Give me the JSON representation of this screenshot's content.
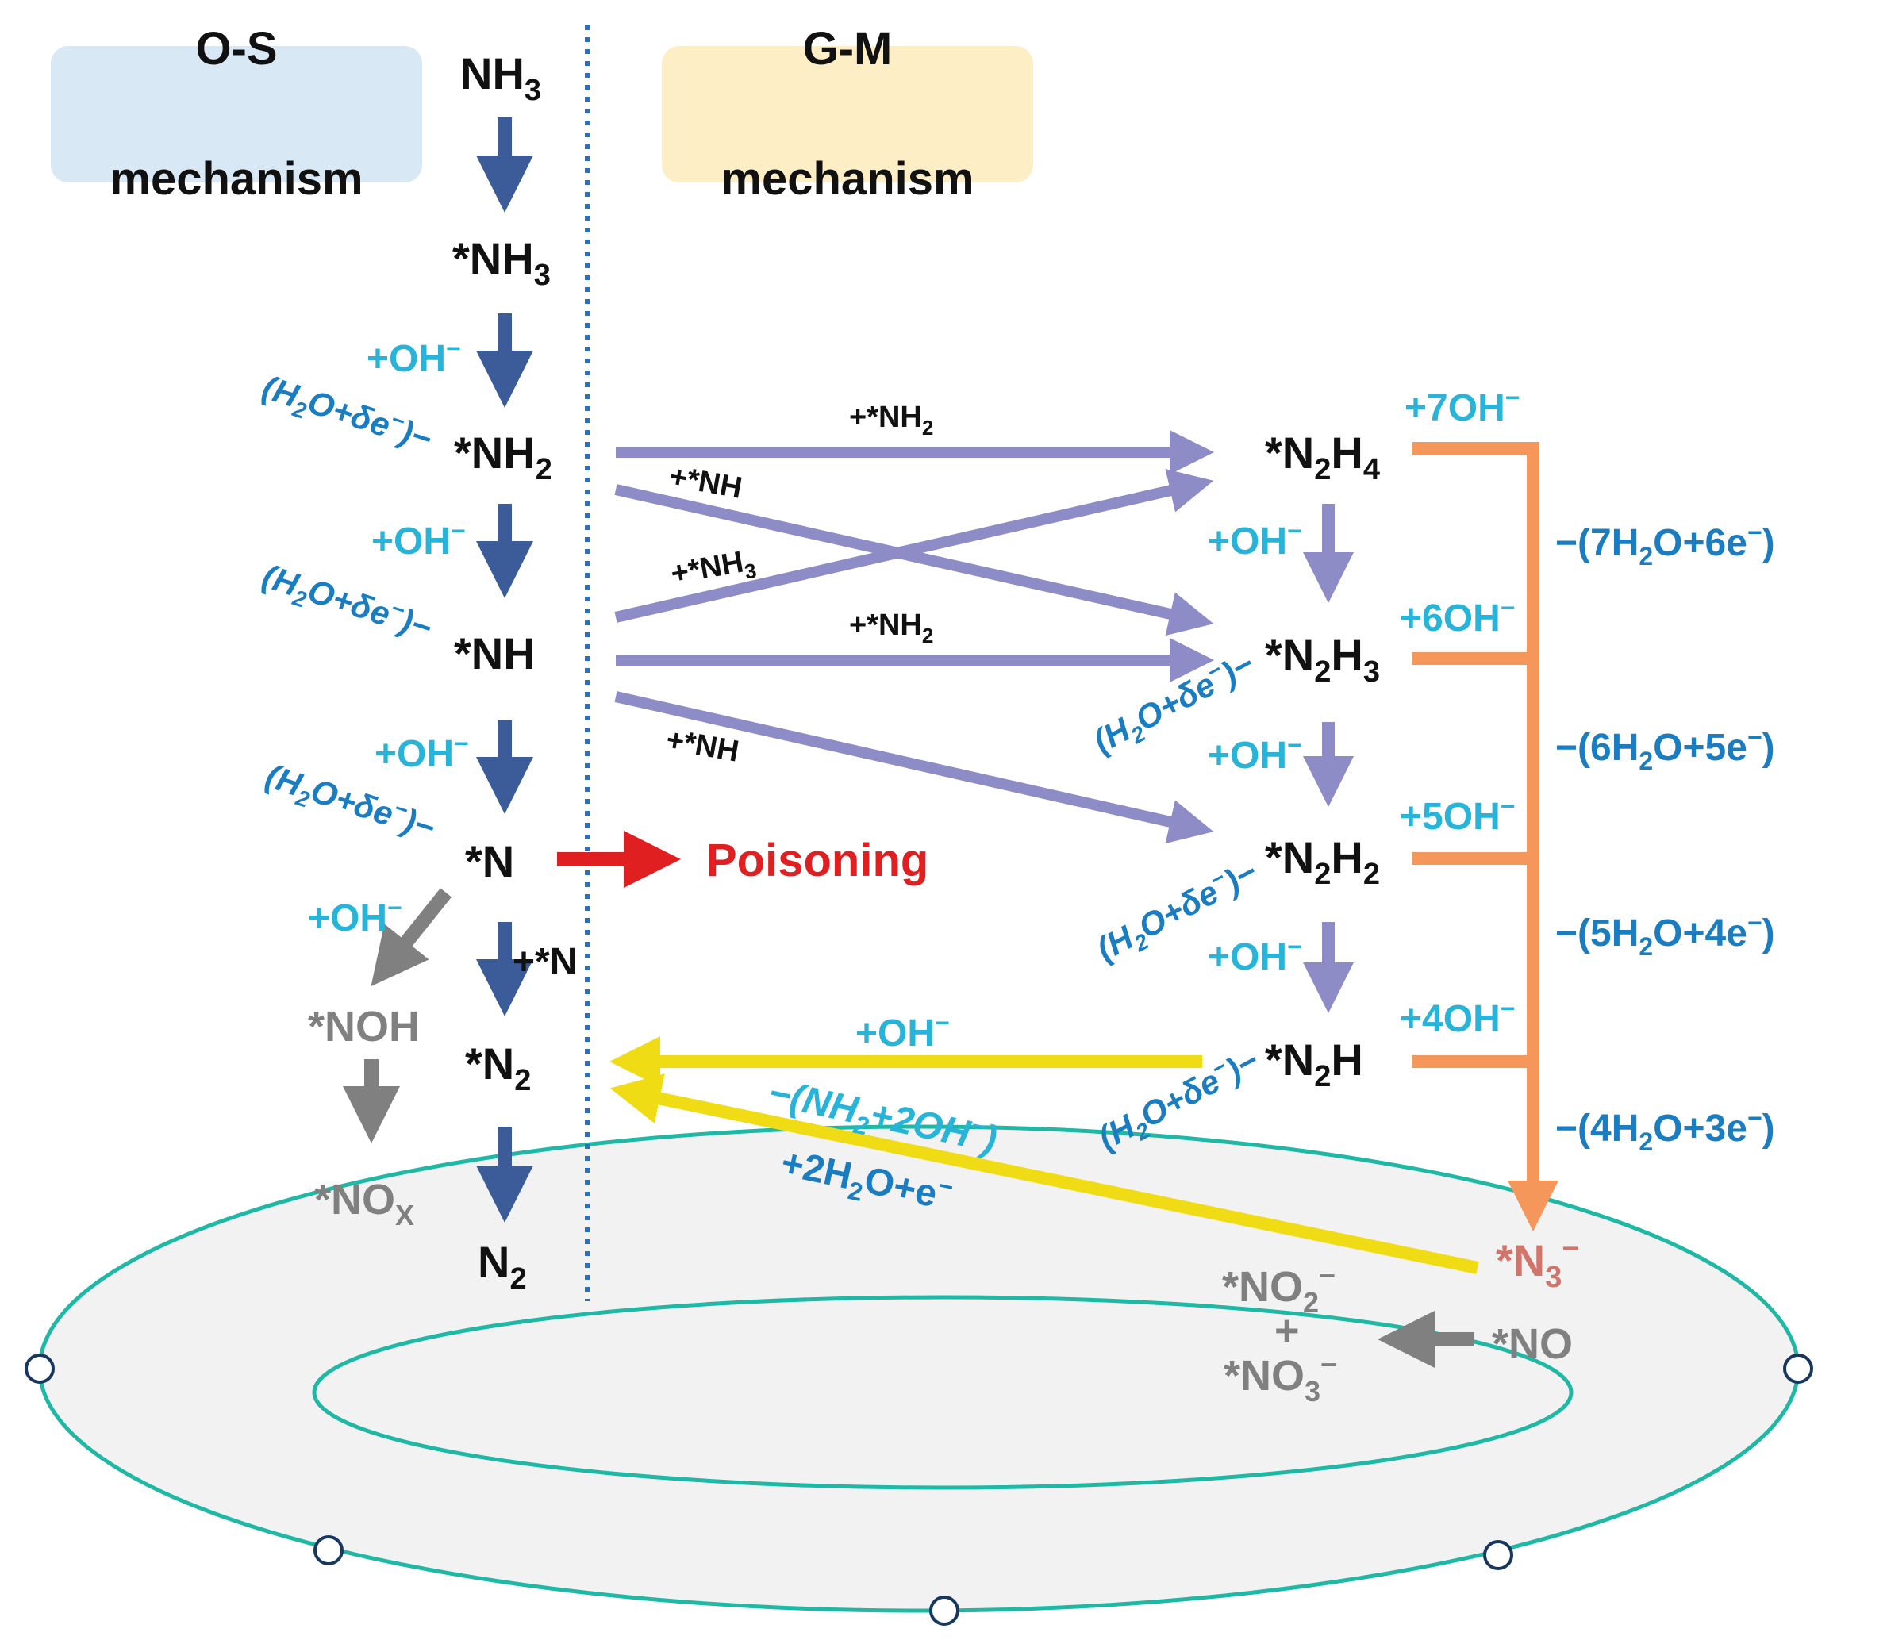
{
  "colors": {
    "os_badge": "#d9e8f5",
    "gm_badge": "#fdeec6",
    "os_arrow": "#3c5c99",
    "gm_arrow": "#8d8cc6",
    "oxidation_arrow": "#f5965a",
    "yellow_arrow": "#f0dc14",
    "poison_arrow": "#e02020",
    "side_gray": "#808080",
    "cyan_text": "#27b4d8",
    "blue_text": "#1a7dc1",
    "azide": "#d1756a",
    "ring": "#1fb8a4",
    "divider": "#2a6fc0"
  },
  "labels": {
    "os_line1": "O-S",
    "os_line2": "mechanism",
    "gm_line1": "G-M",
    "gm_line2": "mechanism"
  },
  "os_species": {
    "nh3": "NH",
    "nh3_sub": "3",
    "ads_nh3": "*NH",
    "ads_nh3_sub": "3",
    "ads_nh2": "*NH",
    "ads_nh2_sub": "2",
    "ads_nh": "*NH",
    "ads_n": "*N",
    "ads_n2": "*N",
    "ads_n2_sub": "2",
    "n2": "N",
    "n2_sub": "2",
    "plus_n": "+*N",
    "poisoning": "Poisoning"
  },
  "side_species": {
    "noh": "*NOH",
    "nox": "*NO",
    "nox_sub": "X",
    "no": "*NO",
    "no2": "*NO",
    "no2_sub": "2",
    "no2_sup": "−",
    "plus": "+",
    "no3": "*NO",
    "no3_sub": "3",
    "no3_sup": "−",
    "n3": "*N",
    "n3_sub": "3",
    "n3_sup": "−"
  },
  "gm_species": {
    "n2h4": "*N",
    "n2h4_a": "2",
    "n2h4_b": "H",
    "n2h4_c": "4",
    "n2h3": "*N",
    "n2h3_a": "2",
    "n2h3_b": "H",
    "n2h3_c": "3",
    "n2h2": "*N",
    "n2h2_a": "2",
    "n2h2_b": "H",
    "n2h2_c": "2",
    "n2h": "*N",
    "n2h_a": "2",
    "n2h_b": "H"
  },
  "step_labels": {
    "oh": "+OH",
    "minus": "−",
    "h2o_open": "(H",
    "h2o_sub": "2",
    "h2o_mid": "O+δe",
    "h2o_close": ")−"
  },
  "coupling": {
    "nh2_a": "+*NH",
    "nh2_a_sub": "2",
    "nh_a": "+*NH",
    "nh3_c": "+*NH",
    "nh3_c_sub": "3",
    "nh2_b": "+*NH",
    "nh2_b_sub": "2",
    "nh_b": "+*NH"
  },
  "oxidation": {
    "oh7": "+7OH",
    "oh6": "+6OH",
    "oh5": "+5OH",
    "oh4": "+4OH",
    "sup": "−",
    "r7_a": "−(7H",
    "r7_sub": "2",
    "r7_b": "O+6e",
    "r7_c": ")",
    "r6_a": "−(6H",
    "r6_sub": "2",
    "r6_b": "O+5e",
    "r6_c": ")",
    "r5_a": "−(5H",
    "r5_sub": "2",
    "r5_b": "O+4e",
    "r5_c": ")",
    "r4_a": "−(4H",
    "r4_sub": "2",
    "r4_b": "O+3e",
    "r4_c": ")"
  },
  "yellow_labels": {
    "oh": "+OH",
    "oh_sup": "−",
    "nh2_a": "−(NH",
    "nh2_sub": "2",
    "nh2_b": "+2OH",
    "nh2_sup": "−",
    "nh2_c": ")",
    "h2o_a": "+2H",
    "h2o_sub": "2",
    "h2o_b": "O+e",
    "h2o_sup": "−"
  }
}
